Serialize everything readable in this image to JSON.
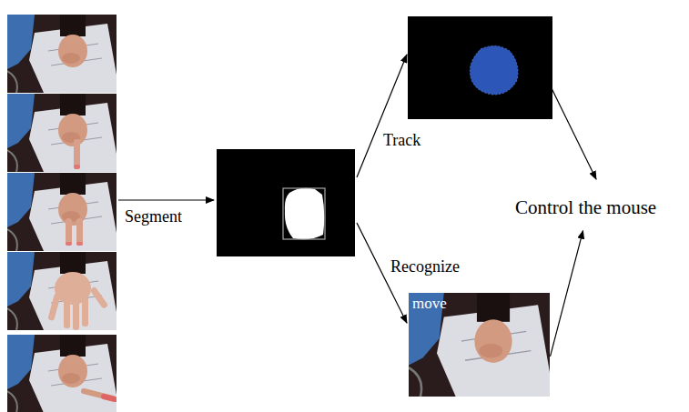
{
  "diagram": {
    "nodes": [
      {
        "text": [
          "Control the mouse"
        ]
      },
      {
        "text": [
          "move"
        ]
      }
    ],
    "edges": [
      {
        "from": 1,
        "to": 0,
        "arrow": "to"
      }
    ],
    "labels": [
      "Segment",
      "Track",
      "Recognize"
    ]
  }
}
